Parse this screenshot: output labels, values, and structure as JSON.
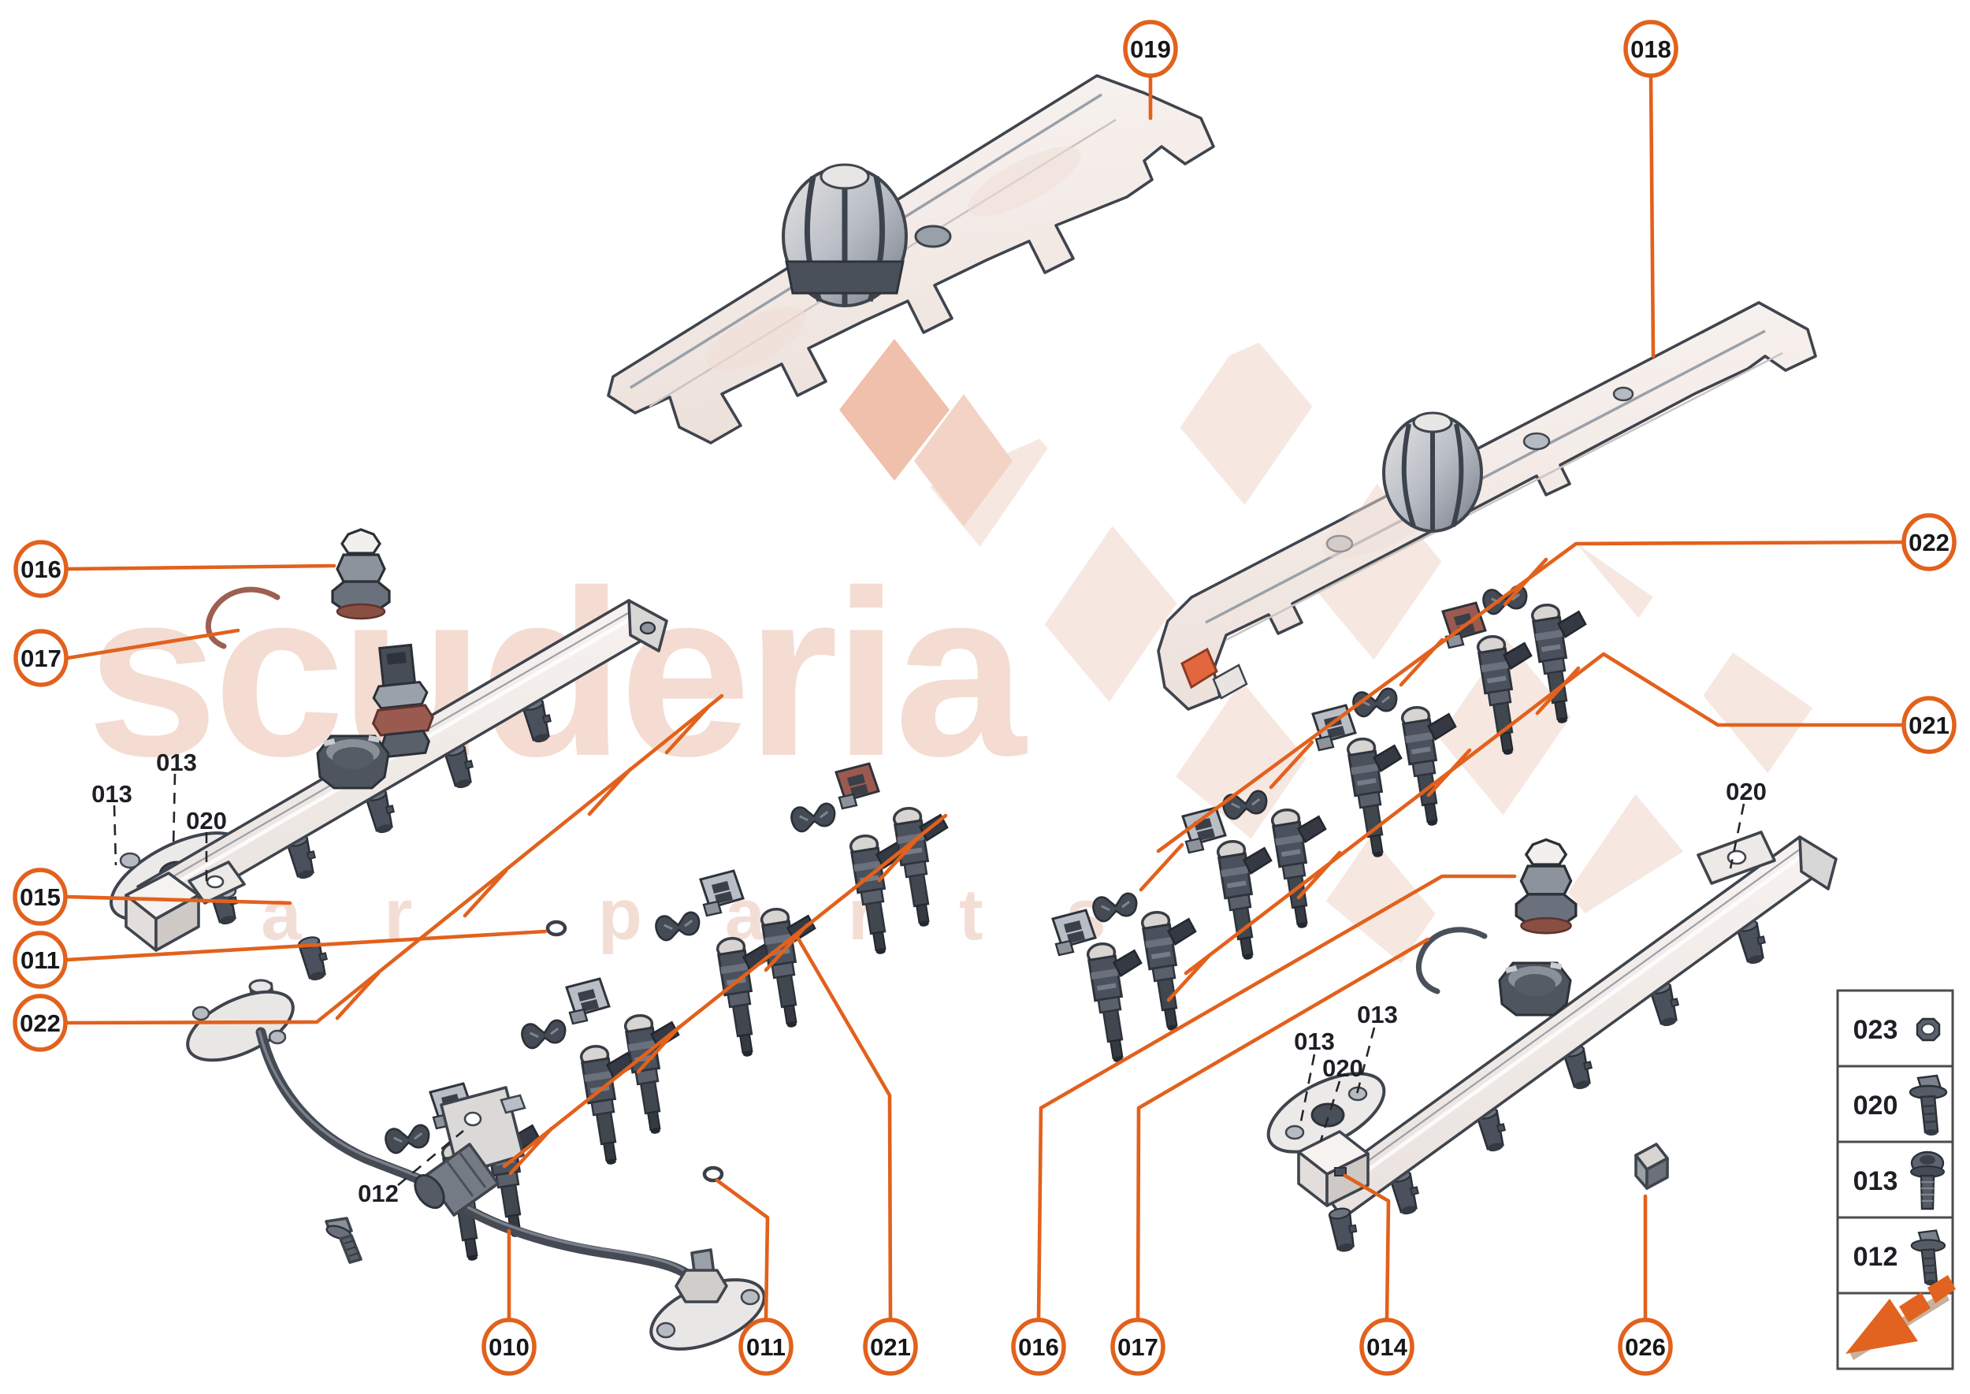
{
  "diagram_type": "exploded-parts-diagram",
  "watermark": {
    "primary": "scuderia",
    "secondary": "car parts"
  },
  "callouts": {
    "c019": "019",
    "c018": "018",
    "c016_left": "016",
    "c017_left": "017",
    "c015": "015",
    "c011_left": "011",
    "c022_left": "022",
    "c022_right": "022",
    "c021_right": "021",
    "c010": "010",
    "c011_bottom": "011",
    "c021_bottom": "021",
    "c016_bottom": "016",
    "c017_bottom": "017",
    "c014": "014",
    "c026": "026"
  },
  "inline_labels": {
    "l013_left_upper": "013",
    "l013_left_lower": "013",
    "l020_left": "020",
    "l012": "012",
    "l020_rail_right": "020",
    "l013_right_a": "013",
    "l020_right": "020",
    "l013_right_b": "013"
  },
  "legend": {
    "rows": [
      {
        "code": "023",
        "icon": "nut-icon"
      },
      {
        "code": "020",
        "icon": "flanged-bolt-icon"
      },
      {
        "code": "013",
        "icon": "torx-screw-icon"
      },
      {
        "code": "012",
        "icon": "flanged-bolt-icon"
      }
    ]
  },
  "colors": {
    "accent_orange": "#e2611c",
    "logo_orange": "#e56a20",
    "logo_shadow_tan": "#c7b19e",
    "watermark_pink": "#f4dcd2",
    "flag_pink": "#f6e7e1",
    "outline": "#3f444d",
    "label_ink": "#1d1f24",
    "legend_border": "#4b4b4b"
  }
}
